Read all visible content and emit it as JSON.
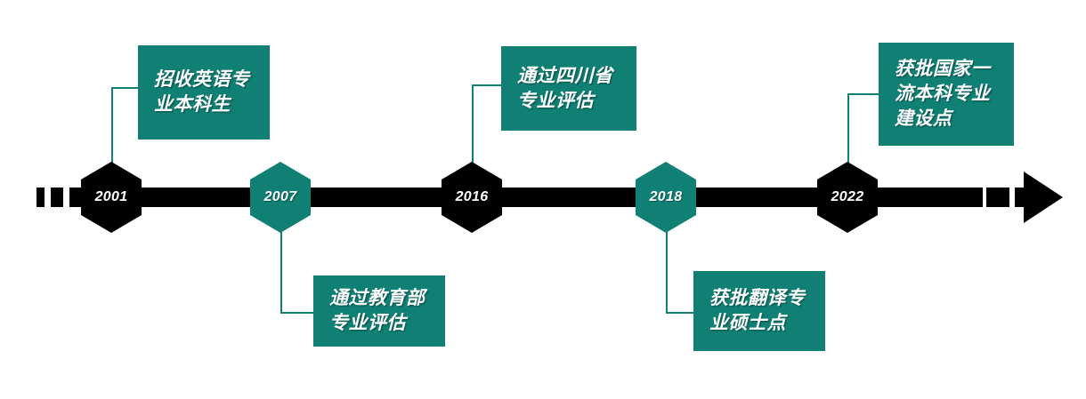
{
  "theme": {
    "teal": "#108074",
    "black": "#000000",
    "accent_blue": "#AFC8DE",
    "text_color": "#FFFFFF"
  },
  "timeline": {
    "title": "",
    "nodes": [
      {
        "year": "2001",
        "marker_color": "black",
        "label": "招收英语专\n业本科生",
        "position": "above"
      },
      {
        "year": "2007",
        "marker_color": "teal",
        "label": "通过教育部\n专业评估",
        "position": "below"
      },
      {
        "year": "2016",
        "marker_color": "black",
        "label": "通过四川省\n专业评估",
        "position": "above"
      },
      {
        "year": "2018",
        "marker_color": "teal",
        "label": "获批翻译专\n业硕士点",
        "position": "below"
      },
      {
        "year": "2022",
        "marker_color": "black",
        "label": "获批国家一\n流本科专业\n建设点",
        "position": "above"
      }
    ],
    "arrow_direction": "right",
    "lead_dashes": 3,
    "trail_dashes": 3
  }
}
